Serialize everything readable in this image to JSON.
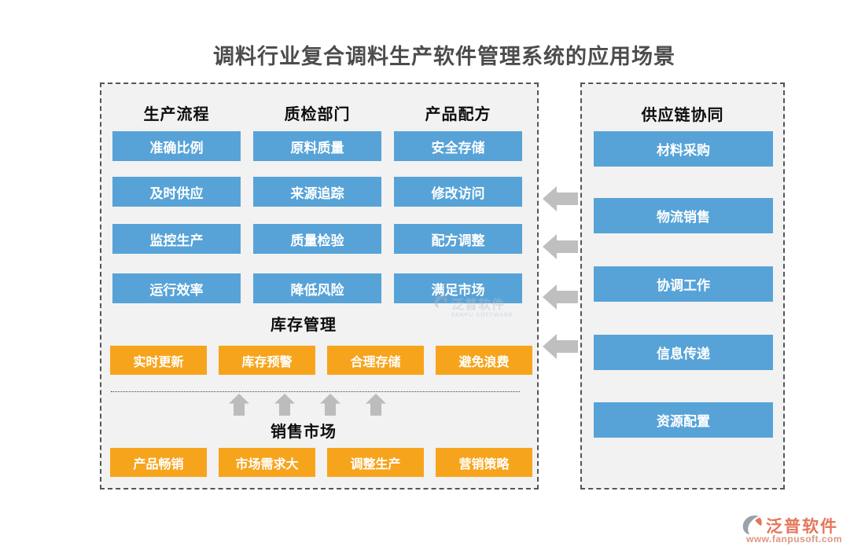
{
  "title": "调料行业复合调料生产软件管理系统的应用场景",
  "colors": {
    "blue_button": "#57a3d8",
    "orange_button": "#f7a41d",
    "panel_background": "#f2f2f2",
    "dashed_border": "#555555",
    "arrow_gray": "#bfbfbf",
    "title_text": "#4c4c4c",
    "logo_text": "#e4765c"
  },
  "icons": {
    "arrow_left": "left-block-arrow",
    "arrow_up": "up-block-arrow",
    "logo_mark": "fanpu-swoosh-circle"
  },
  "main_panel": {
    "columns": [
      {
        "header": "生产流程",
        "items": [
          "准确比例",
          "及时供应",
          "监控生产",
          "运行效率"
        ]
      },
      {
        "header": "质检部门",
        "items": [
          "原料质量",
          "来源追踪",
          "质量检验",
          "降低风险"
        ]
      },
      {
        "header": "产品配方",
        "items": [
          "安全存储",
          "修改访问",
          "配方调整",
          "满足市场"
        ]
      }
    ],
    "inventory": {
      "header": "库存管理",
      "items": [
        "实时更新",
        "库存预警",
        "合理存储",
        "避免浪费"
      ]
    },
    "sales": {
      "header": "销售市场",
      "items": [
        "产品畅销",
        "市场需求大",
        "调整生产",
        "营销策略"
      ]
    }
  },
  "side_panel": {
    "header": "供应链协同",
    "items": [
      "材料采购",
      "物流销售",
      "协调工作",
      "信息传递",
      "资源配置"
    ]
  },
  "watermark": {
    "name": "泛普软件",
    "sub": "FANPU SOFTWARE"
  },
  "logo": {
    "name": "泛普软件",
    "url": "www.fanpusoft.com"
  }
}
